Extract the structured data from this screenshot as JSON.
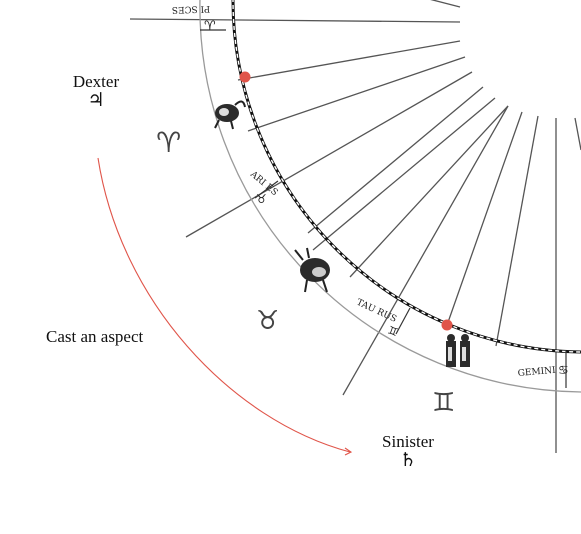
{
  "colors": {
    "accent": "#e0554a",
    "line": "#555555",
    "circle": "#9a9a9a"
  },
  "labels": {
    "dexter": {
      "name": "Dexter",
      "glyph": "♃"
    },
    "sinister": {
      "name": "Sinister",
      "glyph": "♄"
    },
    "cast_aspect": "Cast an aspect"
  },
  "signs": {
    "aries": "♈",
    "taurus": "♉",
    "gemini": "♊"
  },
  "ring_text": {
    "pisces": "PI SCES",
    "aries": "ARI ES",
    "taurus": "TAU RUS",
    "gemini": "GEMINI"
  },
  "icons": [
    "pisces-figure-icon",
    "ram-figure-icon",
    "bull-figure-icon",
    "twins-figure-icon"
  ]
}
